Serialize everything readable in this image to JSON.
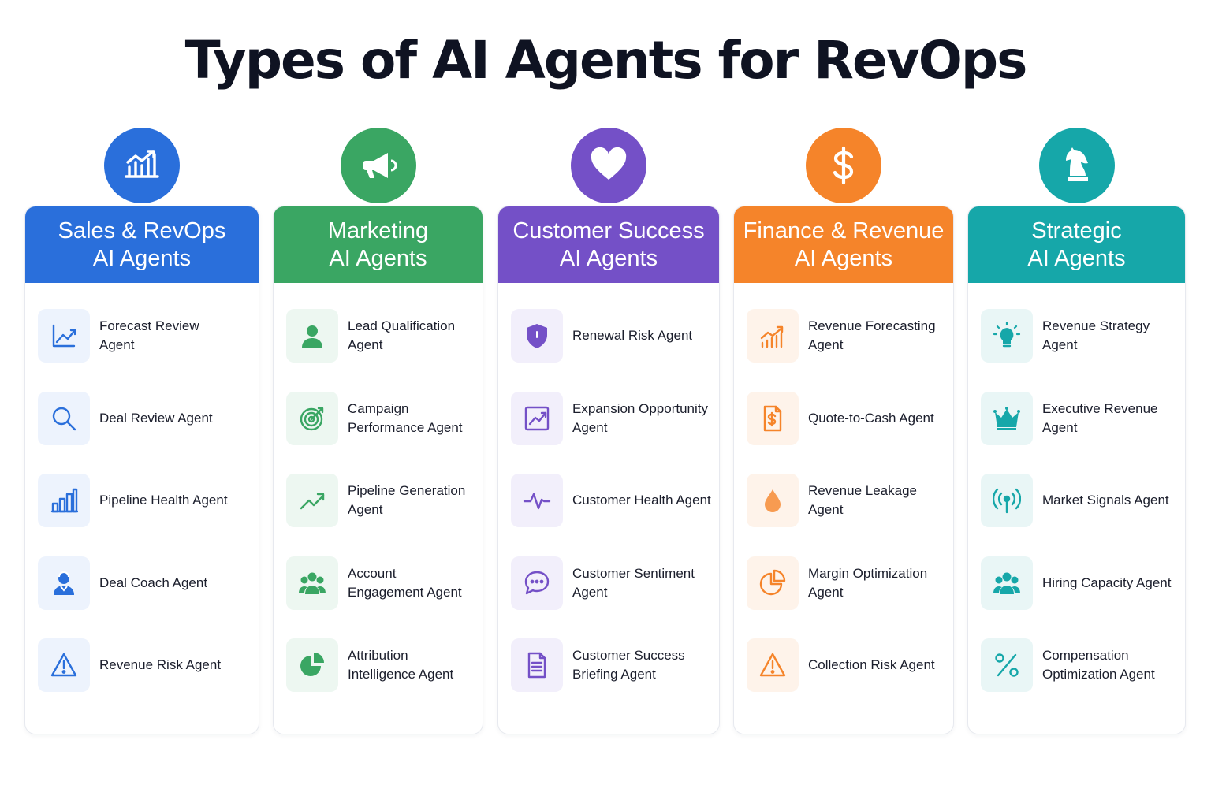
{
  "title": "Types of AI Agents for RevOps",
  "columns": [
    {
      "id": "sales",
      "line1": "Sales & RevOps",
      "line2": "AI Agents",
      "color": "#2a6fdb",
      "tint": "#edf3fd",
      "badge_icon": "chart-growth-icon",
      "items": [
        {
          "label": "Forecast Review Agent",
          "icon": "line-chart-icon"
        },
        {
          "label": "Deal Review Agent",
          "icon": "search-icon"
        },
        {
          "label": "Pipeline Health Agent",
          "icon": "bar-chart-icon"
        },
        {
          "label": "Deal Coach Agent",
          "icon": "coach-icon"
        },
        {
          "label": "Revenue Risk Agent",
          "icon": "warning-icon"
        }
      ]
    },
    {
      "id": "marketing",
      "line1": "Marketing",
      "line2": "AI Agents",
      "color": "#3aa663",
      "tint": "#edf7f1",
      "badge_icon": "megaphone-icon",
      "items": [
        {
          "label": "Lead Qualification Agent",
          "icon": "person-icon"
        },
        {
          "label": "Campaign Performance Agent",
          "icon": "target-icon"
        },
        {
          "label": "Pipeline Generation Agent",
          "icon": "trend-up-icon"
        },
        {
          "label": "Account Engagement Agent",
          "icon": "group-icon"
        },
        {
          "label": "Attribution Intelligence Agent",
          "icon": "pie-chart-icon"
        }
      ]
    },
    {
      "id": "customer-success",
      "line1": "Customer Success",
      "line2": "AI Agents",
      "color": "#7450c7",
      "tint": "#f2effb",
      "badge_icon": "heart-icon",
      "items": [
        {
          "label": "Renewal Risk Agent",
          "icon": "shield-icon"
        },
        {
          "label": "Expansion Opportunity Agent",
          "icon": "growth-chart-icon"
        },
        {
          "label": "Customer Health Agent",
          "icon": "pulse-icon"
        },
        {
          "label": "Customer Sentiment Agent",
          "icon": "chat-icon"
        },
        {
          "label": "Customer Success Briefing Agent",
          "icon": "document-icon"
        }
      ]
    },
    {
      "id": "finance",
      "line1": "Finance & Revenue",
      "line2": "AI Agents",
      "color": "#f5842a",
      "tint": "#fef3ea",
      "badge_icon": "dollar-icon",
      "items": [
        {
          "label": "Revenue Forecasting Agent",
          "icon": "forecast-bars-icon"
        },
        {
          "label": "Quote-to-Cash Agent",
          "icon": "invoice-icon"
        },
        {
          "label": "Revenue Leakage Agent",
          "icon": "drop-icon"
        },
        {
          "label": "Margin Optimization Agent",
          "icon": "pie-outline-icon"
        },
        {
          "label": "Collection Risk Agent",
          "icon": "warning-icon"
        }
      ]
    },
    {
      "id": "strategic",
      "line1": "Strategic",
      "line2": "AI Agents",
      "color": "#16a7a9",
      "tint": "#e9f6f6",
      "badge_icon": "chess-knight-icon",
      "items": [
        {
          "label": "Revenue Strategy Agent",
          "icon": "lightbulb-icon"
        },
        {
          "label": "Executive Revenue Agent",
          "icon": "crown-icon"
        },
        {
          "label": "Market Signals Agent",
          "icon": "signal-icon"
        },
        {
          "label": "Hiring Capacity Agent",
          "icon": "team-icon"
        },
        {
          "label": "Compensation Optimization Agent",
          "icon": "percent-icon"
        }
      ]
    }
  ]
}
